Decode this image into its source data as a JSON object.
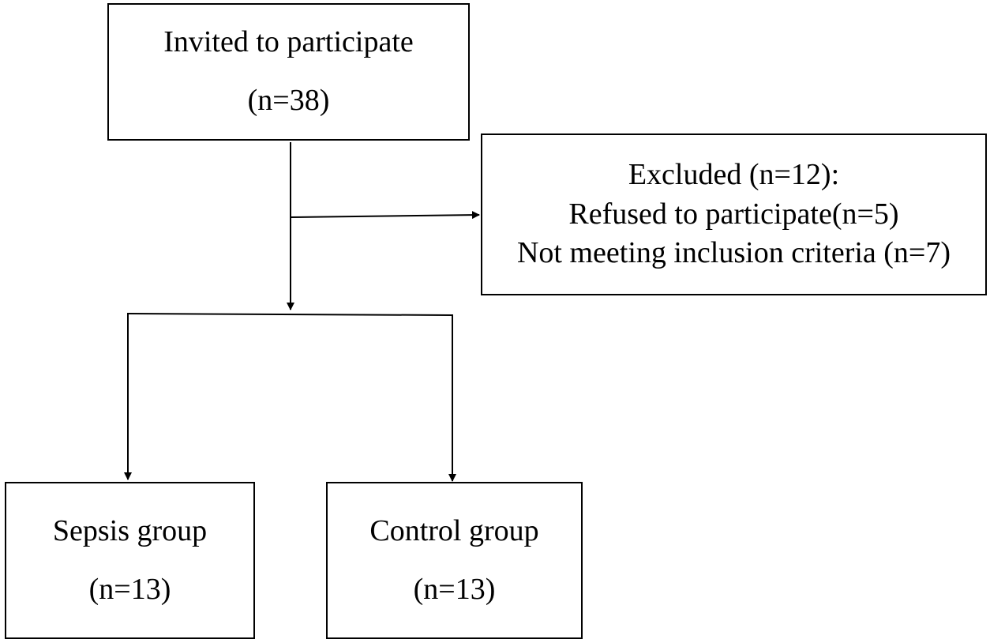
{
  "flowchart": {
    "invited": {
      "line1": "Invited to participate",
      "line2": "(n=38)"
    },
    "excluded": {
      "line1": "Excluded (n=12):",
      "line2": "Refused to participate(n=5)",
      "line3": "Not meeting inclusion criteria (n=7)"
    },
    "sepsis": {
      "line1": "Sepsis group",
      "line2": "(n=13)"
    },
    "control": {
      "line1": "Control group",
      "line2": "(n=13)"
    }
  },
  "colors": {
    "line": "#000000",
    "box_border": "#000000",
    "background": "#ffffff"
  }
}
